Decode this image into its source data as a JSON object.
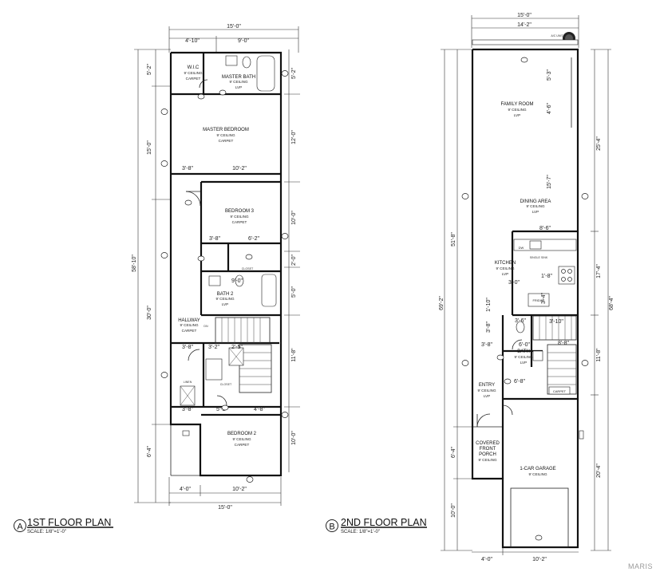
{
  "plan_a": {
    "letter": "A",
    "title": "1ST FLOOR PLAN",
    "scale": "SCALE: 1/8\"=1'-0\"",
    "overall_top": "15'-0\"",
    "overall_bottom": "15'-0\"",
    "top_left": "4'-10\"",
    "top_right": "9'-0\"",
    "bottom_left": "4'-0\"",
    "bottom_right": "10'-2\"",
    "left_outer": "58'-10\"",
    "left_upper": "15'-0\"",
    "left_middle": "30'-0\"",
    "left_lower": "6'-4\"",
    "left_top": "5'-2\"",
    "right_top": "5'-2\"",
    "right_1": "12'-0\"",
    "right_2": "10'-0\"",
    "right_3": "2'-0\"",
    "right_4": "5'-0\"",
    "right_5": "11'-8\"",
    "right_6": "10'-0\"",
    "int_1a": "3'-8\"",
    "int_1b": "10'-2\"",
    "int_2a": "3'-8\"",
    "int_2b": "6'-2\"",
    "int_3": "9'-0\"",
    "int_4a": "3'-8\"",
    "int_4b": "3'-2\"",
    "int_4c": "2'-5\"",
    "int_5a": "3'-8\"",
    "int_5b": "5'-2\"",
    "int_5c": "4'-8\"",
    "rooms": {
      "wic": {
        "name": "W.I.C",
        "ceiling": "9' CEILING",
        "floor": "CARPET"
      },
      "mbath": {
        "name": "MASTER BATH",
        "ceiling": "9' CEILING",
        "floor": "LVP"
      },
      "mbed": {
        "name": "MASTER BEDROOM",
        "ceiling": "9' CEILING",
        "floor": "CARPET"
      },
      "bed3": {
        "name": "BEDROOM 3",
        "ceiling": "9' CEILING",
        "floor": "CARPET"
      },
      "bath2": {
        "name": "BATH 2",
        "ceiling": "9' CEILING",
        "floor": "LVP"
      },
      "hallway": {
        "name": "HALLWAY",
        "ceiling": "9' CEILING",
        "floor": "CARPET"
      },
      "bed2": {
        "name": "BEDROOM 2",
        "ceiling": "9' CEILING",
        "floor": "CARPET"
      }
    },
    "notes": {
      "closet": "CLOSET",
      "dn": "DN",
      "linen": "LINEN",
      "closet2": "CLOSET"
    }
  },
  "plan_b": {
    "letter": "B",
    "title": "2ND FLOOR PLAN",
    "scale": "SCALE: 1/8\"=1'-0\"",
    "overall_top": "15'-0\"",
    "top_inner": "14'-2\"",
    "bottom_left": "4'-0\"",
    "bottom_right": "10'-2\"",
    "left_outer": "69'-2\"",
    "left_upper": "51'-8\"",
    "left_lower1": "6'-4\"",
    "left_lower2": "10'-0\"",
    "right_outer": "68'-4\"",
    "right_1": "25'-4\"",
    "right_2": "17'-4\"",
    "right_3": "11'-8\"",
    "right_4": "20'-4\"",
    "int_top1": "5'-3\"",
    "int_top2": "4'-6\"",
    "int_mid": "15'-7\"",
    "int_8": "8'-6\"",
    "int_a": "3'-0\"",
    "int_b": "1'-10\"",
    "int_c": "3'-8\"",
    "int_d": "3'-8\"",
    "int_e": "6'-0\"",
    "int_f": "3'-10\"",
    "int_g": "3'-6\"",
    "int_h": "8'-8\"",
    "int_i": "1'-8\"",
    "int_j": "3'-4\"",
    "int_k": "6'-8\"",
    "rooms": {
      "family": {
        "name": "FAMILY ROOM",
        "ceiling": "9' CEILING",
        "floor": "LVP"
      },
      "dining": {
        "name": "DINING AREA",
        "ceiling": "9' CEILING",
        "floor": "LVP"
      },
      "kitchen": {
        "name": "KITCHEN",
        "ceiling": "9' CEILING",
        "floor": "LVP"
      },
      "bath": {
        "name": "BATH",
        "ceiling": "9' CEILING",
        "floor": "LVP"
      },
      "entry": {
        "name": "ENTRY",
        "ceiling": "9' CEILING",
        "floor": "LVP"
      },
      "porch": {
        "name": "COVERED FRONT PORCH",
        "l1": "COVERED",
        "l2": "FRONT",
        "l3": "PORCH",
        "ceiling": "9' CEILING"
      },
      "garage": {
        "name": "1-CAR GARAGE",
        "ceiling": "9' CEILING"
      }
    },
    "notes": {
      "dw": "DW",
      "fridge": "FRIDGE",
      "carpet": "CARPET",
      "ac": "A/C UNIT",
      "sink": "SINGLE SINK"
    }
  },
  "watermark": "MARIS"
}
